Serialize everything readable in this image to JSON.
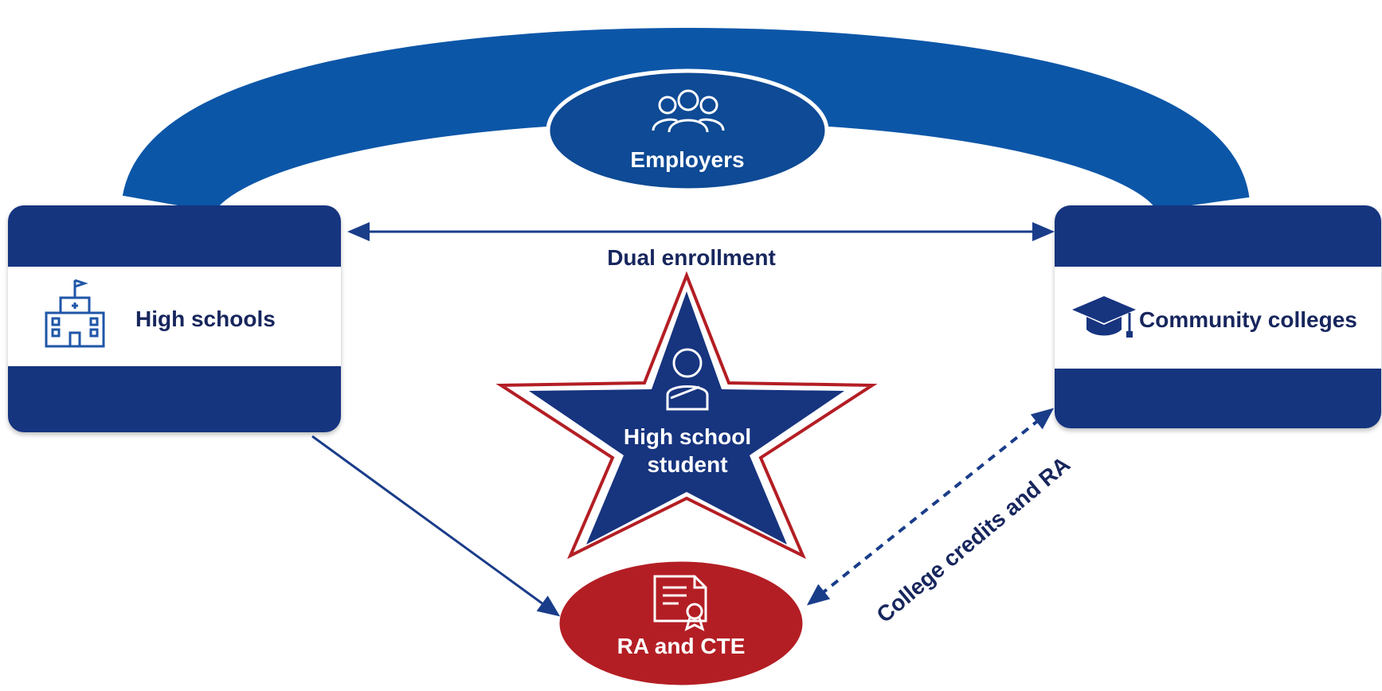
{
  "nodes": {
    "employers": {
      "label": "Employers",
      "icon": "people-group-icon"
    },
    "high_schools": {
      "label": "High schools",
      "icon": "school-building-icon"
    },
    "community_colleges": {
      "label": "Community colleges",
      "icon": "graduation-cap-icon"
    },
    "student": {
      "label_line1": "High school",
      "label_line2": "student",
      "icon": "student-icon"
    },
    "ra_cte": {
      "label": "RA and CTE",
      "icon": "certificate-icon"
    }
  },
  "edges": {
    "dual_enrollment": "Dual enrollment",
    "college_credits": "College credits and RA"
  },
  "colors": {
    "navy": "#17347f",
    "arc_blue": "#0c56a8",
    "dark_text": "#17265d",
    "red": "#b31e24",
    "white": "#ffffff"
  }
}
